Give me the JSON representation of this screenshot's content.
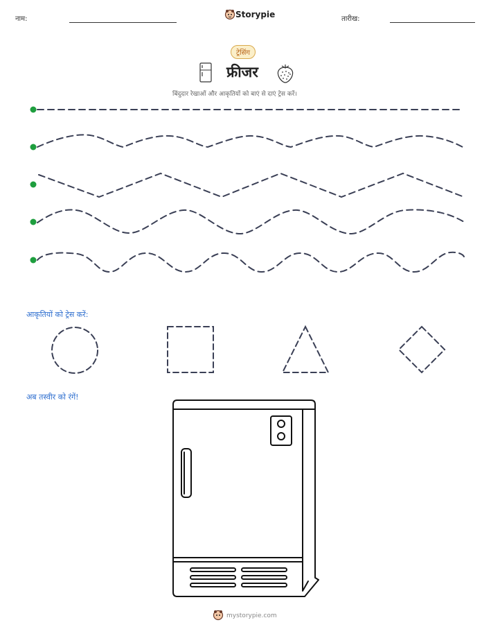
{
  "header": {
    "name_label": "नाम:",
    "brand": "Storypie",
    "date_label": "तारीख:"
  },
  "worksheet": {
    "badge": "ट्रेसिंग",
    "title": "फ्रीजर",
    "instruction": "बिंदुदार रेखाओं और आकृतियों को बाएं से दाएं ट्रेस करें।",
    "shapes_heading": "आकृतियों को ट्रेस करें:",
    "shapes": [
      "circle",
      "square",
      "triangle",
      "diamond"
    ],
    "color_heading": "अब तस्वीर को रंगें!"
  },
  "footer": {
    "url": "mystorypie.com"
  },
  "colors": {
    "dot": "#1e9e3e",
    "dash": "#3a3f55",
    "heading": "#2f6fcf",
    "badge_bg": "#fbefc9"
  }
}
